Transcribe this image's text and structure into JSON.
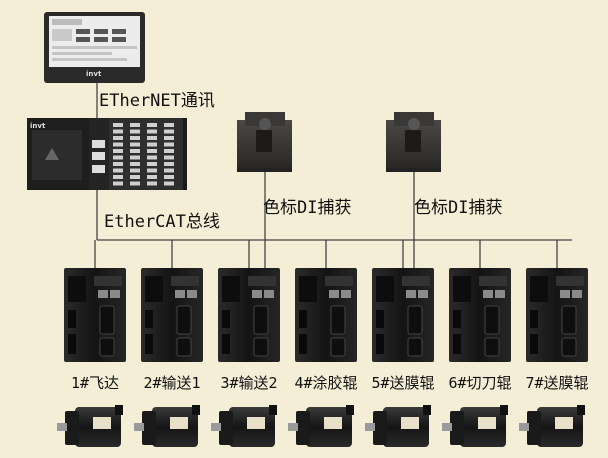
{
  "hmi": {
    "logo": "invt"
  },
  "plc": {
    "logo": "invt"
  },
  "labels": {
    "ethernet": "ETherNET通讯",
    "ethercat": "EtherCAT总线",
    "sensor1": "色标DI捕获",
    "sensor2": "色标DI捕获"
  },
  "axes": [
    {
      "label": "1#飞达"
    },
    {
      "label": "2#输送1"
    },
    {
      "label": "3#输送2"
    },
    {
      "label": "4#涂胶辊"
    },
    {
      "label": "5#送膜辊"
    },
    {
      "label": "6#切刀辊"
    },
    {
      "label": "7#送膜辊"
    }
  ]
}
